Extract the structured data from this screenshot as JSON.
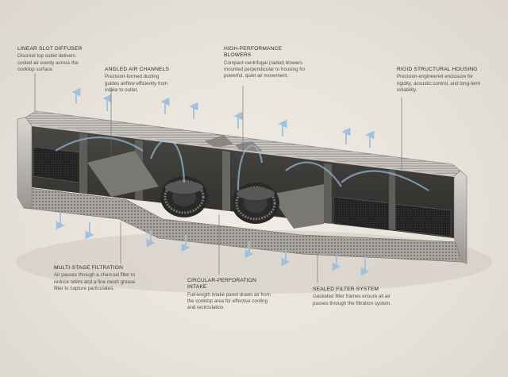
{
  "callouts": [
    {
      "id": "linear-slot-diffuser",
      "title": "LINEAR SLOT DIFFUSER",
      "description": "Discreet top outlet delivers cooled air evenly across the cooktop surface."
    },
    {
      "id": "angled-air-channels",
      "title": "ANGLED AIR CHANNELS",
      "description": "Precision-formed ducting guides airflow efficiently from intake to outlet."
    },
    {
      "id": "high-performance-blowers",
      "title": "HIGH-PERFORMANCE BLOWERS",
      "description": "Compact centrifugal (radial) blowers mounted perpendicular to housing for powerful, quiet air movement."
    },
    {
      "id": "rigid-structural-housing",
      "title": "RIGID STRUCTURAL HOUSING",
      "description": "Precision-engineered enclosure for rigidity, acoustic control, and long-term reliability."
    },
    {
      "id": "multi-stage-filtration",
      "title": "MULTI-STAGE FILTRATION",
      "description": "Air passes through a charcoal filter to reduce odors and a fine mesh grease filter to capture particulates."
    },
    {
      "id": "circular-perforation-intake",
      "title": "CIRCULAR-PERFORATION INTAKE",
      "description": "Full-length intake panel draws air from the cooktop area for effective cooling and recirculation."
    },
    {
      "id": "sealed-filter-system",
      "title": "SEALED FILTER SYSTEM",
      "description": "Gasketed filter frames ensure all air passes through the filtration system."
    }
  ],
  "colors": {
    "background": "#e9e4dc",
    "housing": "#b9b6b1",
    "housing_dark": "#5c5a57",
    "interior": "#3a3937",
    "filter": "#1f1f1f",
    "airflow": "#8fb3d6"
  }
}
